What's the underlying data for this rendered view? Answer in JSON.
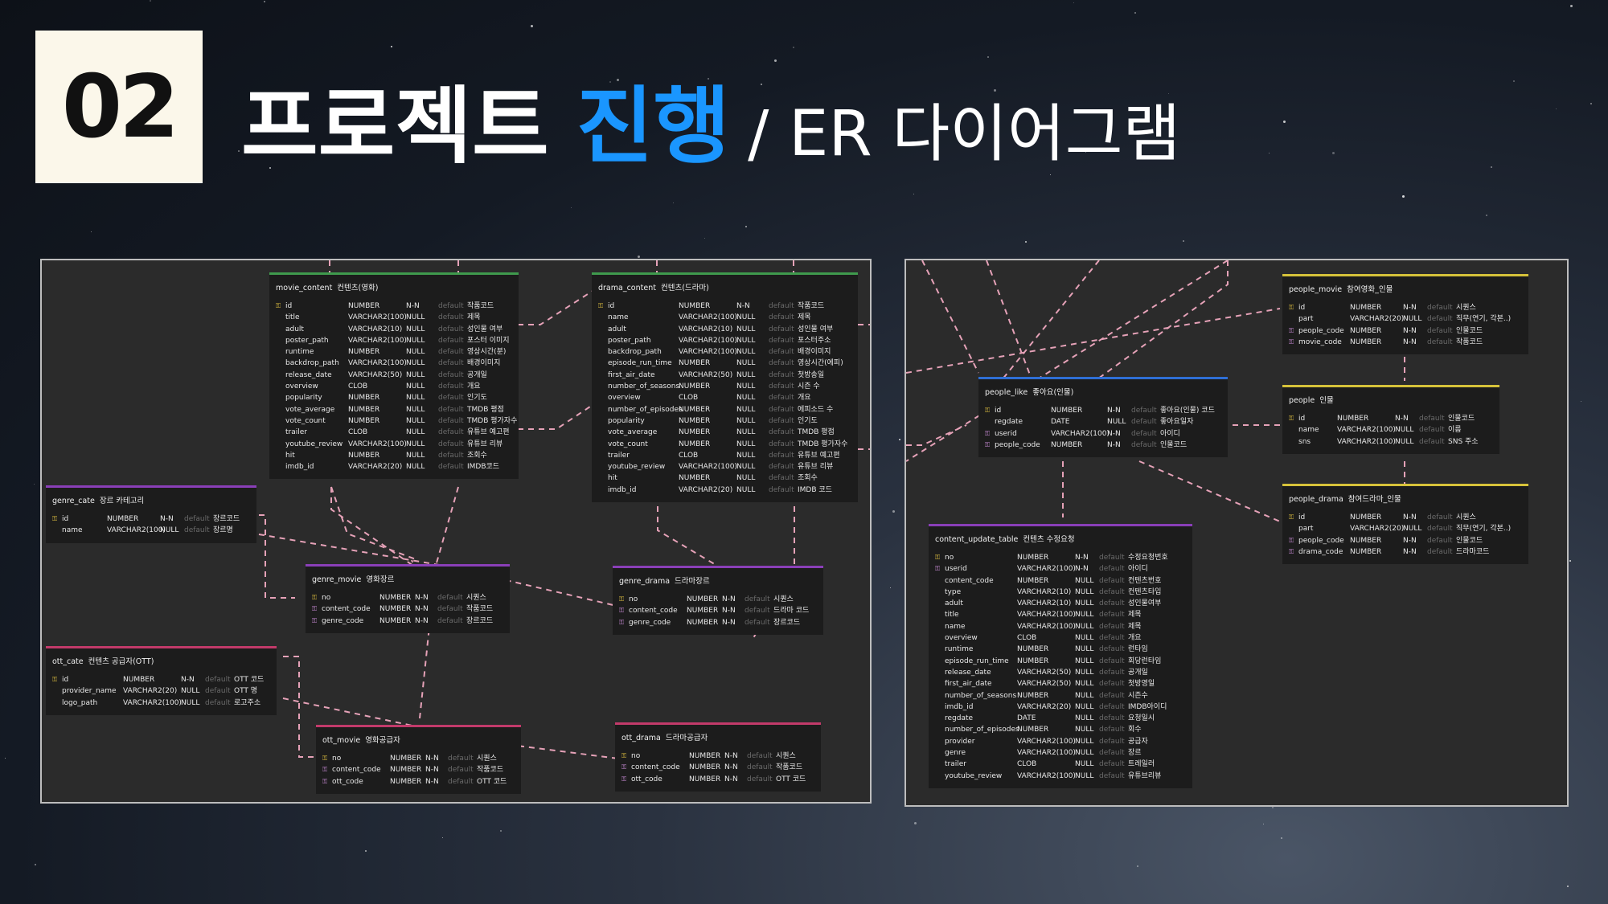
{
  "header": {
    "badge": "02",
    "title_main": "프로젝트",
    "title_accent": "진행",
    "title_sub": "/ ER 다이어그램"
  },
  "colors": {
    "accent": "#1a96ff",
    "green": "#3f9a4d",
    "purple": "#8a3fb8",
    "red": "#c23a6a",
    "blue": "#2f6fd6",
    "yellow": "#d6c23a",
    "relation": "#e6a2b8"
  },
  "left_tables": [
    {
      "id": "movie_content",
      "name": "movie_content",
      "logical": "컨텐츠(영화)",
      "color": "green",
      "cols": [
        [
          "pk",
          "id",
          "NUMBER",
          "N-N",
          "default",
          "작품코드"
        ],
        [
          "",
          "title",
          "VARCHAR2(100)",
          "NULL",
          "default",
          "제목"
        ],
        [
          "",
          "adult",
          "VARCHAR2(10)",
          "NULL",
          "default",
          "성인물 여부"
        ],
        [
          "",
          "poster_path",
          "VARCHAR2(100)",
          "NULL",
          "default",
          "포스터 이미지"
        ],
        [
          "",
          "runtime",
          "NUMBER",
          "NULL",
          "default",
          "영상시간(분)"
        ],
        [
          "",
          "backdrop_path",
          "VARCHAR2(100)",
          "NULL",
          "default",
          "배경이미지"
        ],
        [
          "",
          "release_date",
          "VARCHAR2(50)",
          "NULL",
          "default",
          "공개일"
        ],
        [
          "",
          "overview",
          "CLOB",
          "NULL",
          "default",
          "개요"
        ],
        [
          "",
          "popularity",
          "NUMBER",
          "NULL",
          "default",
          "인기도"
        ],
        [
          "",
          "vote_average",
          "NUMBER",
          "NULL",
          "default",
          "TMDB 평점"
        ],
        [
          "",
          "vote_count",
          "NUMBER",
          "NULL",
          "default",
          "TMDB 평가자수"
        ],
        [
          "",
          "trailer",
          "CLOB",
          "NULL",
          "default",
          "유튜브 예고편"
        ],
        [
          "",
          "youtube_review",
          "VARCHAR2(100)",
          "NULL",
          "default",
          "유튜브 리뷰"
        ],
        [
          "",
          "hit",
          "NUMBER",
          "NULL",
          "default",
          "조회수"
        ],
        [
          "",
          "imdb_id",
          "VARCHAR2(20)",
          "NULL",
          "default",
          "IMDB코드"
        ]
      ]
    },
    {
      "id": "drama_content",
      "name": "drama_content",
      "logical": "컨텐츠(드라마)",
      "color": "green",
      "cols": [
        [
          "pk",
          "id",
          "NUMBER",
          "N-N",
          "default",
          "작품코드"
        ],
        [
          "",
          "name",
          "VARCHAR2(100)",
          "NULL",
          "default",
          "제목"
        ],
        [
          "",
          "adult",
          "VARCHAR2(10)",
          "NULL",
          "default",
          "성인물 여부"
        ],
        [
          "",
          "poster_path",
          "VARCHAR2(100)",
          "NULL",
          "default",
          "포스터주소"
        ],
        [
          "",
          "backdrop_path",
          "VARCHAR2(100)",
          "NULL",
          "default",
          "배경이미지"
        ],
        [
          "",
          "episode_run_time",
          "NUMBER",
          "NULL",
          "default",
          "영상시간(에피)"
        ],
        [
          "",
          "first_air_date",
          "VARCHAR2(50)",
          "NULL",
          "default",
          "첫방송일"
        ],
        [
          "",
          "number_of_seasons",
          "NUMBER",
          "NULL",
          "default",
          "시즌 수"
        ],
        [
          "",
          "overview",
          "CLOB",
          "NULL",
          "default",
          "개요"
        ],
        [
          "",
          "number_of_episodes",
          "NUMBER",
          "NULL",
          "default",
          "에피소드 수"
        ],
        [
          "",
          "popularity",
          "NUMBER",
          "NULL",
          "default",
          "인기도"
        ],
        [
          "",
          "vote_average",
          "NUMBER",
          "NULL",
          "default",
          "TMDB 평점"
        ],
        [
          "",
          "vote_count",
          "NUMBER",
          "NULL",
          "default",
          "TMDB 평가자수"
        ],
        [
          "",
          "trailer",
          "CLOB",
          "NULL",
          "default",
          "유튜브 예고편"
        ],
        [
          "",
          "youtube_review",
          "VARCHAR2(100)",
          "NULL",
          "default",
          "유튜브 리뷰"
        ],
        [
          "",
          "hit",
          "NUMBER",
          "NULL",
          "default",
          "조회수"
        ],
        [
          "",
          "imdb_id",
          "VARCHAR2(20)",
          "NULL",
          "default",
          "IMDB 코드"
        ]
      ]
    },
    {
      "id": "genre_cate",
      "name": "genre_cate",
      "logical": "장르 카테고리",
      "color": "purple",
      "cols": [
        [
          "pk",
          "id",
          "NUMBER",
          "N-N",
          "default",
          "장르코드"
        ],
        [
          "",
          "name",
          "VARCHAR2(100)",
          "NULL",
          "default",
          "장르명"
        ]
      ]
    },
    {
      "id": "genre_movie",
      "name": "genre_movie",
      "logical": "영화장르",
      "color": "purple",
      "cols": [
        [
          "pk",
          "no",
          "NUMBER",
          "N-N",
          "default",
          "시퀀스"
        ],
        [
          "fk",
          "content_code",
          "NUMBER",
          "N-N",
          "default",
          "작품코드"
        ],
        [
          "fk",
          "genre_code",
          "NUMBER",
          "N-N",
          "default",
          "장르코드"
        ]
      ]
    },
    {
      "id": "genre_drama",
      "name": "genre_drama",
      "logical": "드라마장르",
      "color": "purple",
      "cols": [
        [
          "pk",
          "no",
          "NUMBER",
          "N-N",
          "default",
          "시퀀스"
        ],
        [
          "fk",
          "content_code",
          "NUMBER",
          "N-N",
          "default",
          "드라마 코드"
        ],
        [
          "fk",
          "genre_code",
          "NUMBER",
          "N-N",
          "default",
          "장르코드"
        ]
      ]
    },
    {
      "id": "ott_cate",
      "name": "ott_cate",
      "logical": "컨텐츠 공급자(OTT)",
      "color": "red",
      "cols": [
        [
          "pk",
          "id",
          "NUMBER",
          "N-N",
          "default",
          "OTT 코드"
        ],
        [
          "",
          "provider_name",
          "VARCHAR2(20)",
          "NULL",
          "default",
          "OTT 명"
        ],
        [
          "",
          "logo_path",
          "VARCHAR2(100)",
          "NULL",
          "default",
          "로고주소"
        ]
      ]
    },
    {
      "id": "ott_movie",
      "name": "ott_movie",
      "logical": "영화공급자",
      "color": "red",
      "cols": [
        [
          "pk",
          "no",
          "NUMBER",
          "N-N",
          "default",
          "시퀀스"
        ],
        [
          "fk",
          "content_code",
          "NUMBER",
          "N-N",
          "default",
          "작품코드"
        ],
        [
          "fk",
          "ott_code",
          "NUMBER",
          "N-N",
          "default",
          "OTT 코드"
        ]
      ]
    },
    {
      "id": "ott_drama",
      "name": "ott_drama",
      "logical": "드라마공급자",
      "color": "red",
      "cols": [
        [
          "pk",
          "no",
          "NUMBER",
          "N-N",
          "default",
          "시퀀스"
        ],
        [
          "fk",
          "content_code",
          "NUMBER",
          "N-N",
          "default",
          "작품코드"
        ],
        [
          "fk",
          "ott_code",
          "NUMBER",
          "N-N",
          "default",
          "OTT 코드"
        ]
      ]
    }
  ],
  "right_tables": [
    {
      "id": "people_movie",
      "name": "people_movie",
      "logical": "참여영화_인물",
      "color": "yellow",
      "cols": [
        [
          "pk",
          "id",
          "NUMBER",
          "N-N",
          "default",
          "시퀀스"
        ],
        [
          "",
          "part",
          "VARCHAR2(20)",
          "NULL",
          "default",
          "직무(연기, 각본..)"
        ],
        [
          "fk",
          "people_code",
          "NUMBER",
          "N-N",
          "default",
          "인물코드"
        ],
        [
          "fk",
          "movie_code",
          "NUMBER",
          "N-N",
          "default",
          "작품코드"
        ]
      ]
    },
    {
      "id": "people",
      "name": "people",
      "logical": "인물",
      "color": "yellow",
      "cols": [
        [
          "pk",
          "id",
          "NUMBER",
          "N-N",
          "default",
          "인물코드"
        ],
        [
          "",
          "name",
          "VARCHAR2(100)",
          "NULL",
          "default",
          "이름"
        ],
        [
          "",
          "sns",
          "VARCHAR2(100)",
          "NULL",
          "default",
          "SNS 주소"
        ]
      ]
    },
    {
      "id": "people_drama",
      "name": "people_drama",
      "logical": "참여드라마_인물",
      "color": "yellow",
      "cols": [
        [
          "pk",
          "id",
          "NUMBER",
          "N-N",
          "default",
          "시퀀스"
        ],
        [
          "",
          "part",
          "VARCHAR2(20)",
          "NULL",
          "default",
          "직무(연기, 각본..)"
        ],
        [
          "fk",
          "people_code",
          "NUMBER",
          "N-N",
          "default",
          "인물코드"
        ],
        [
          "fk",
          "drama_code",
          "NUMBER",
          "N-N",
          "default",
          "드라마코드"
        ]
      ]
    },
    {
      "id": "people_like",
      "name": "people_like",
      "logical": "좋아요(인물)",
      "color": "blue",
      "cols": [
        [
          "pk",
          "id",
          "NUMBER",
          "N-N",
          "default",
          "좋아요(인물) 코드"
        ],
        [
          "",
          "regdate",
          "DATE",
          "NULL",
          "default",
          "좋아요일자"
        ],
        [
          "fk",
          "userid",
          "VARCHAR2(100)",
          "N-N",
          "default",
          "아이디"
        ],
        [
          "fk",
          "people_code",
          "NUMBER",
          "N-N",
          "default",
          "인물코드"
        ]
      ]
    },
    {
      "id": "content_update_table",
      "name": "content_update_table",
      "logical": "컨텐츠 수정요청",
      "color": "purple",
      "cols": [
        [
          "pk",
          "no",
          "NUMBER",
          "N-N",
          "default",
          "수정요청번호"
        ],
        [
          "fk",
          "userid",
          "VARCHAR2(100)",
          "N-N",
          "default",
          "아이디"
        ],
        [
          "",
          "content_code",
          "NUMBER",
          "NULL",
          "default",
          "컨텐츠번호"
        ],
        [
          "",
          "type",
          "VARCHAR2(10)",
          "NULL",
          "default",
          "컨텐츠타입"
        ],
        [
          "",
          "adult",
          "VARCHAR2(10)",
          "NULL",
          "default",
          "성인물여부"
        ],
        [
          "",
          "title",
          "VARCHAR2(100)",
          "NULL",
          "default",
          "제목"
        ],
        [
          "",
          "name",
          "VARCHAR2(100)",
          "NULL",
          "default",
          "제목"
        ],
        [
          "",
          "overview",
          "CLOB",
          "NULL",
          "default",
          "개요"
        ],
        [
          "",
          "runtime",
          "NUMBER",
          "NULL",
          "default",
          "런타임"
        ],
        [
          "",
          "episode_run_time",
          "NUMBER",
          "NULL",
          "default",
          "회당런타임"
        ],
        [
          "",
          "release_date",
          "VARCHAR2(50)",
          "NULL",
          "default",
          "공개일"
        ],
        [
          "",
          "first_air_date",
          "VARCHAR2(50)",
          "NULL",
          "default",
          "첫방영일"
        ],
        [
          "",
          "number_of_seasons",
          "NUMBER",
          "NULL",
          "default",
          "시즌수"
        ],
        [
          "",
          "imdb_id",
          "VARCHAR2(20)",
          "NULL",
          "default",
          "IMDB아이디"
        ],
        [
          "",
          "regdate",
          "DATE",
          "NULL",
          "default",
          "요청일시"
        ],
        [
          "",
          "number_of_episodes",
          "NUMBER",
          "NULL",
          "default",
          "회수"
        ],
        [
          "",
          "provider",
          "VARCHAR2(100)",
          "NULL",
          "default",
          "공급자"
        ],
        [
          "",
          "genre",
          "VARCHAR2(100)",
          "NULL",
          "default",
          "장르"
        ],
        [
          "",
          "trailer",
          "CLOB",
          "NULL",
          "default",
          "트레일러"
        ],
        [
          "",
          "youtube_review",
          "VARCHAR2(100)",
          "NULL",
          "default",
          "유튜브리뷰"
        ]
      ]
    }
  ]
}
